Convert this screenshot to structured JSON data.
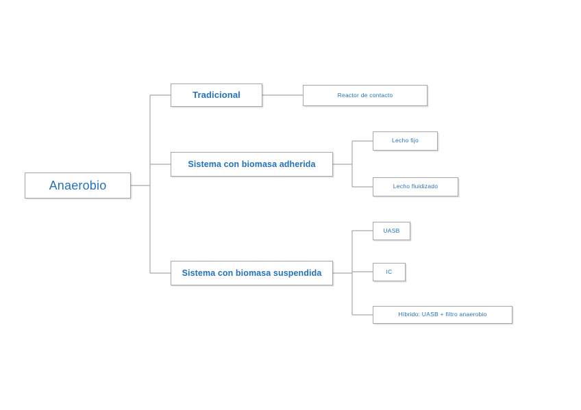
{
  "diagram": {
    "title": "Anaerobio",
    "type": "hierarchy-tree",
    "orientation": "left-to-right",
    "colors": {
      "text": "#2372bd",
      "box_border": "#a6a6a6",
      "connector": "#a6a6a6",
      "background": "#ffffff"
    },
    "root": {
      "label": "Anaerobio"
    },
    "branches": [
      {
        "label": "Tradicional",
        "children": [
          {
            "label": "Reactor de contacto"
          }
        ]
      },
      {
        "label": "Sistema con biomasa adherida",
        "children": [
          {
            "label": "Lecho fijo"
          },
          {
            "label": "Lecho fluidizado"
          }
        ]
      },
      {
        "label": "Sistema con biomasa suspendida",
        "children": [
          {
            "label": "UASB"
          },
          {
            "label": "IC"
          },
          {
            "label": "Híbrido: UASB + filtro anaerobio"
          }
        ]
      }
    ]
  }
}
